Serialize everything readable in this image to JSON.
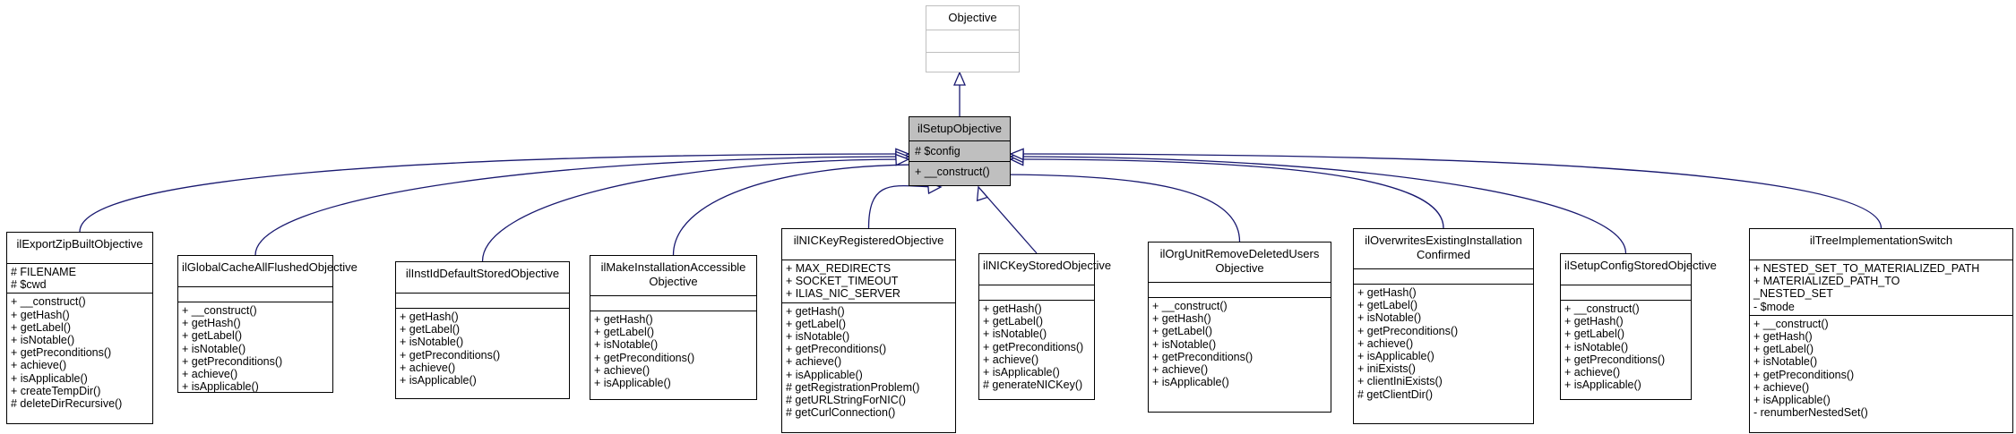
{
  "root": {
    "name": "Objective",
    "attributes": [],
    "methods": []
  },
  "base": {
    "name": "ilSetupObjective",
    "attributes": [
      "# $config"
    ],
    "methods": [
      "+ __construct()"
    ]
  },
  "classes": [
    {
      "name": "ilExportZipBuiltObjective",
      "attributes": [
        "# FILENAME",
        "# $cwd"
      ],
      "methods": [
        "+ __construct()",
        "+ getHash()",
        "+ getLabel()",
        "+ isNotable()",
        "+ getPreconditions()",
        "+ achieve()",
        "+ isApplicable()",
        "+ createTempDir()",
        "# deleteDirRecursive()"
      ]
    },
    {
      "name": "ilGlobalCacheAllFlushedObjective",
      "attributes": [],
      "methods": [
        "+ __construct()",
        "+ getHash()",
        "+ getLabel()",
        "+ isNotable()",
        "+ getPreconditions()",
        "+ achieve()",
        "+ isApplicable()"
      ]
    },
    {
      "name": "ilInstIdDefaultStoredObjective",
      "attributes": [],
      "methods": [
        "+ getHash()",
        "+ getLabel()",
        "+ isNotable()",
        "+ getPreconditions()",
        "+ achieve()",
        "+ isApplicable()"
      ]
    },
    {
      "name": "ilMakeInstallationAccessible\nObjective",
      "attributes": [],
      "methods": [
        "+ getHash()",
        "+ getLabel()",
        "+ isNotable()",
        "+ getPreconditions()",
        "+ achieve()",
        "+ isApplicable()"
      ]
    },
    {
      "name": "ilNICKeyRegisteredObjective",
      "attributes": [
        "+ MAX_REDIRECTS",
        "+ SOCKET_TIMEOUT",
        "+ ILIAS_NIC_SERVER"
      ],
      "methods": [
        "+ getHash()",
        "+ getLabel()",
        "+ isNotable()",
        "+ getPreconditions()",
        "+ achieve()",
        "+ isApplicable()",
        "# getRegistrationProblem()",
        "# getURLStringForNIC()",
        "# getCurlConnection()"
      ]
    },
    {
      "name": "ilNICKeyStoredObjective",
      "attributes": [],
      "methods": [
        "+ getHash()",
        "+ getLabel()",
        "+ isNotable()",
        "+ getPreconditions()",
        "+ achieve()",
        "+ isApplicable()",
        "# generateNICKey()"
      ]
    },
    {
      "name": "ilOrgUnitRemoveDeletedUsers\nObjective",
      "attributes": [],
      "methods": [
        "+ __construct()",
        "+ getHash()",
        "+ getLabel()",
        "+ isNotable()",
        "+ getPreconditions()",
        "+ achieve()",
        "+ isApplicable()"
      ]
    },
    {
      "name": "ilOverwritesExistingInstallation\nConfirmed",
      "attributes": [],
      "methods": [
        "+ getHash()",
        "+ getLabel()",
        "+ isNotable()",
        "+ getPreconditions()",
        "+ achieve()",
        "+ isApplicable()",
        "+ iniExists()",
        "+ clientIniExists()",
        "# getClientDir()"
      ]
    },
    {
      "name": "ilSetupConfigStoredObjective",
      "attributes": [],
      "methods": [
        "+ __construct()",
        "+ getHash()",
        "+ getLabel()",
        "+ isNotable()",
        "+ getPreconditions()",
        "+ achieve()",
        "+ isApplicable()"
      ]
    },
    {
      "name": "ilTreeImplementationSwitch",
      "attributes": [
        "+ NESTED_SET_TO_MATERIALIZED_PATH",
        "+ MATERIALIZED_PATH_TO\n_NESTED_SET",
        "- $mode"
      ],
      "methods": [
        "+ __construct()",
        "+ getHash()",
        "+ getLabel()",
        "+ isNotable()",
        "+ getPreconditions()",
        "+ achieve()",
        "+ isApplicable()",
        "- renumberNestedSet()"
      ]
    }
  ],
  "colors": {
    "edge": "#191970",
    "highlight": "#bfbfbf",
    "root_border": "#bfbfbf"
  }
}
